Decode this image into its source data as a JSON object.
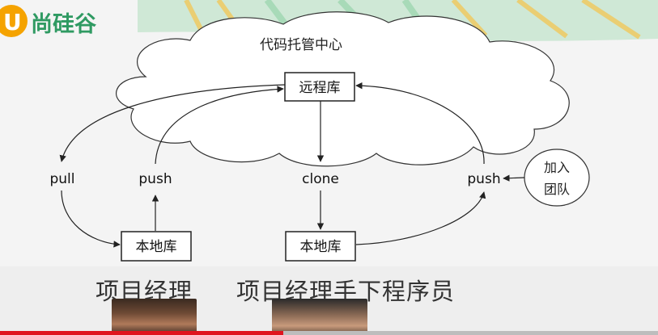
{
  "brand": {
    "logo_text": "尚硅谷",
    "logo_mark": "U"
  },
  "diagram": {
    "cloud_label": "代码托管中心",
    "remote_repo": "远程库",
    "local_repo_left": "本地库",
    "local_repo_right": "本地库",
    "edge_pull": "pull",
    "edge_push_left": "push",
    "edge_clone": "clone",
    "edge_push_right": "push",
    "join_team_line1": "加入",
    "join_team_line2": "团队"
  },
  "subtitles": {
    "left": "项目经理",
    "right": "项目经理手下程序员"
  },
  "video": {
    "progress_fraction": 0.43
  },
  "colors": {
    "accent_orange": "#f5a300",
    "accent_green": "#2f9a62",
    "progress_red": "#e0141e"
  }
}
